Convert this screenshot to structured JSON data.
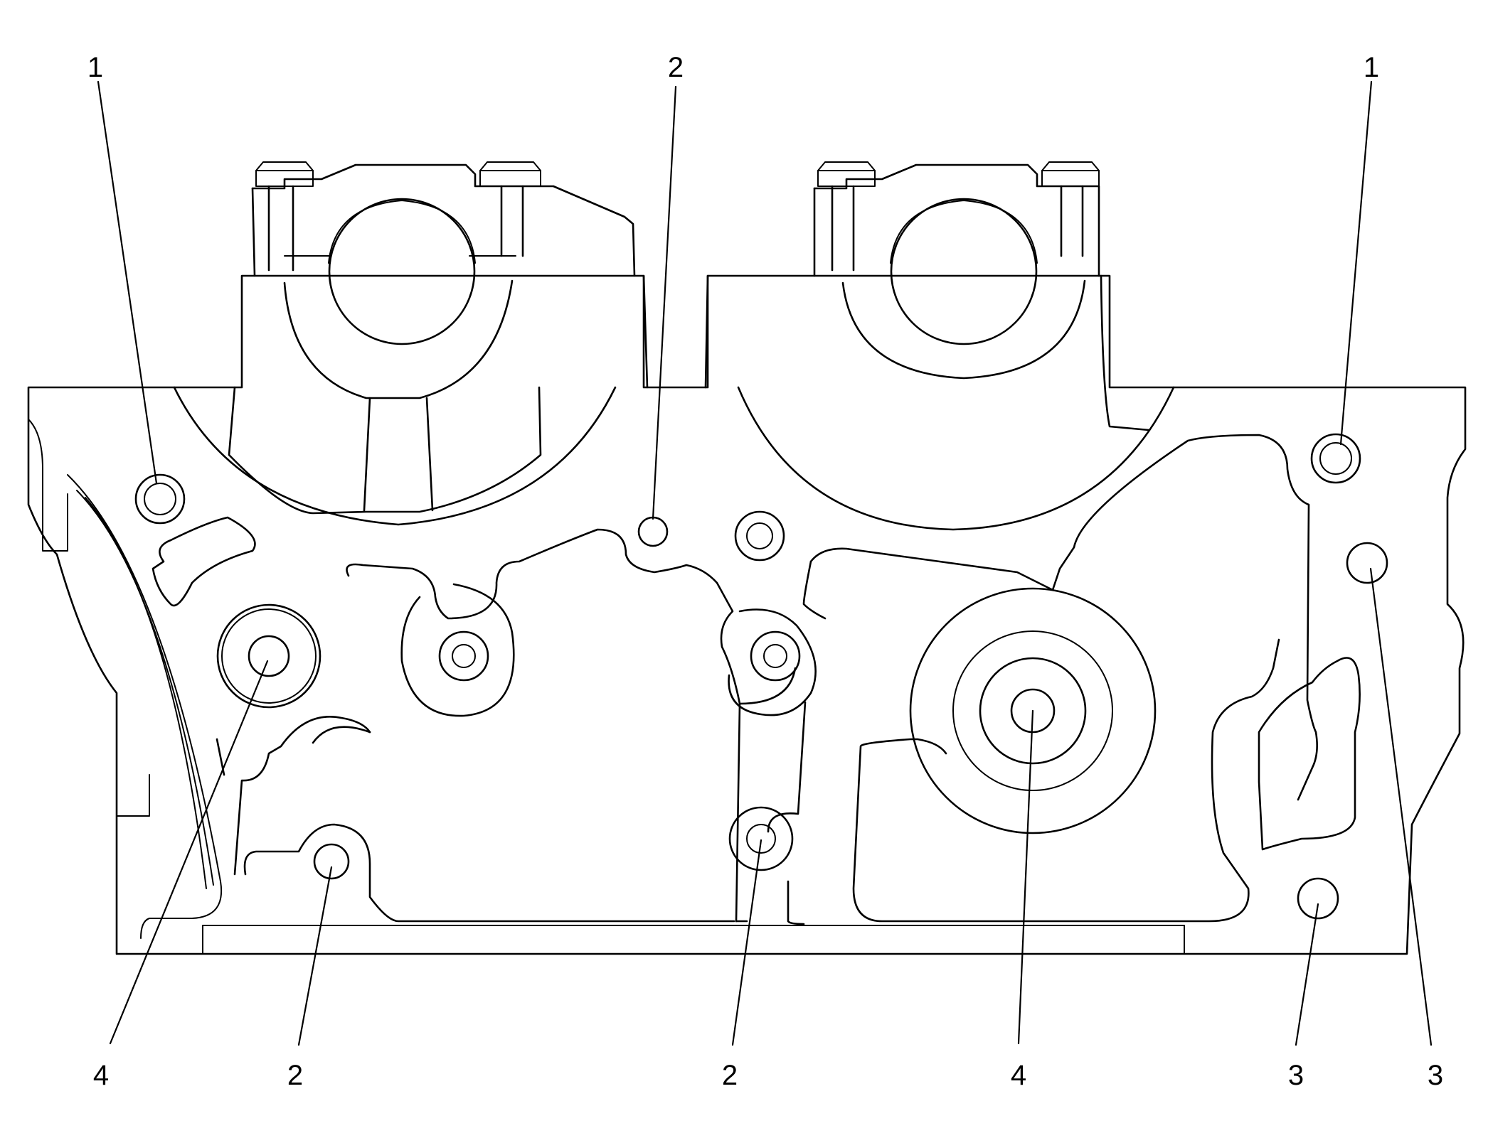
{
  "callouts": [
    {
      "id": "c1-left",
      "text": "1"
    },
    {
      "id": "c2-top",
      "text": "2"
    },
    {
      "id": "c1-right",
      "text": "1"
    },
    {
      "id": "c4-left",
      "text": "4"
    },
    {
      "id": "c2-bl",
      "text": "2"
    },
    {
      "id": "c2-bm",
      "text": "2"
    },
    {
      "id": "c4-mid",
      "text": "4"
    },
    {
      "id": "c3-left",
      "text": "3"
    },
    {
      "id": "c3-right",
      "text": "3"
    }
  ]
}
